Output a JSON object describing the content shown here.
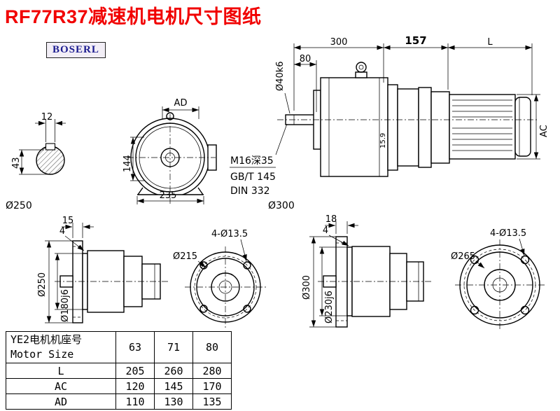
{
  "page": {
    "title": "RF77R37减速机电机尺寸图纸",
    "brand": "BOSERL"
  },
  "assembly": {
    "d300": "300",
    "d157": "157",
    "dL": "L",
    "d80": "80",
    "shaft_dia": "Ø40k6",
    "ac": "AC",
    "d15_9": "15.9"
  },
  "notes": {
    "tap": "M16深35",
    "gb": "GB/T 145",
    "din": "DIN 332"
  },
  "shaft_section": {
    "key_width": "12",
    "height": "43"
  },
  "front_view": {
    "ad": "AD",
    "d144": "144",
    "d235": "235",
    "flange_250": "Ø250",
    "flange_300": "Ø300"
  },
  "small_unit": {
    "side": {
      "d15": "15",
      "d4": "4",
      "od": "Ø250",
      "spigot": "Ø180j6"
    },
    "front": {
      "holes": "4-Ø13.5",
      "bolt_circle": "Ø215"
    }
  },
  "large_unit": {
    "side": {
      "d18": "18",
      "d4": "4",
      "od": "Ø300",
      "spigot": "Ø230j6"
    },
    "front": {
      "holes": "4-Ø13.5",
      "bolt_circle": "Ø265"
    }
  },
  "table": {
    "motor_label_cn": "YE2电机机座号",
    "motor_label_en": "Motor Size",
    "sizes": [
      "63",
      "71",
      "80"
    ],
    "rows": [
      {
        "label": "L",
        "values": [
          "205",
          "260",
          "280"
        ]
      },
      {
        "label": "AC",
        "values": [
          "120",
          "145",
          "170"
        ]
      },
      {
        "label": "AD",
        "values": [
          "110",
          "130",
          "135"
        ]
      }
    ]
  }
}
